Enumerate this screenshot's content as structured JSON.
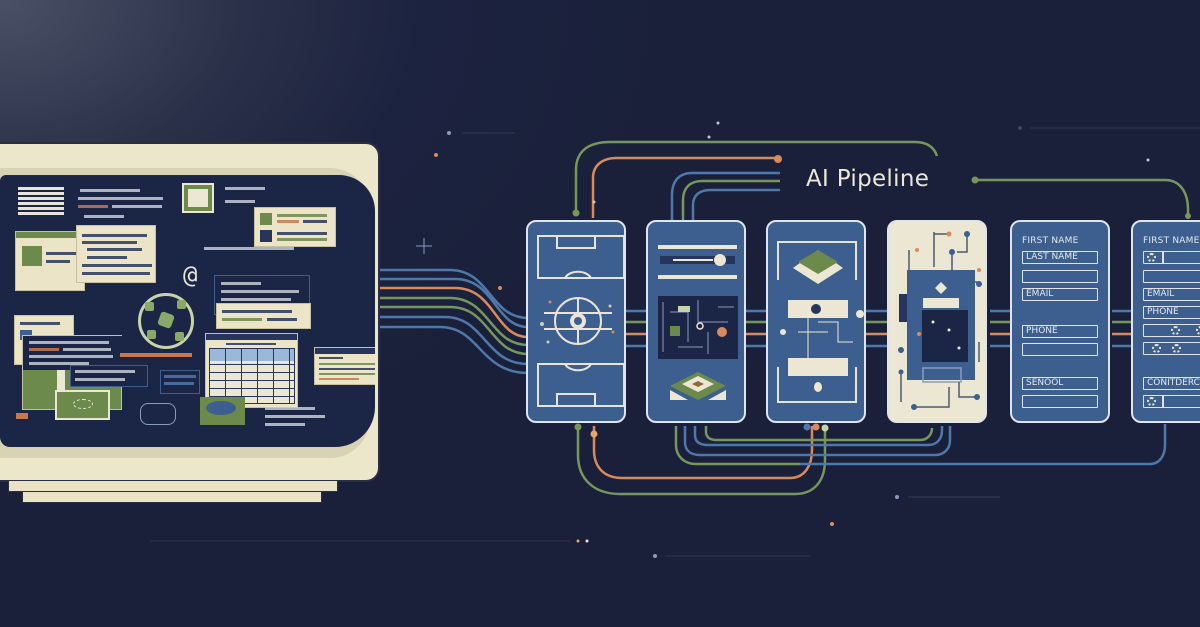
{
  "title": "AI Pipeline",
  "colors": {
    "background": "#1a2039",
    "card_blue": "#3c5f8f",
    "card_cream": "#ece7d2",
    "line_blue": "#4f78aa",
    "line_orange": "#d98a5c",
    "line_green": "#76965d",
    "monitor": "#ece6cb"
  },
  "stages": [
    {
      "name": "soccer-field-stage",
      "icon": "soccer-field-icon"
    },
    {
      "name": "circuit-board-stage",
      "icon": "circuit-icon"
    },
    {
      "name": "processing-stage",
      "icon": "chip-icon"
    },
    {
      "name": "schematic-stage",
      "icon": "schematic-icon"
    }
  ],
  "form_card_1": {
    "first_name": "FIRST NAME",
    "last_name": "LAST NAME",
    "email": "EMAIL",
    "phone": "PHONE",
    "school": "SENOOL"
  },
  "form_card_2": {
    "first_name": "FIRST NAME",
    "email": "EMAIL",
    "phone": "PHONE",
    "confidence": "CONITDERCE S"
  }
}
